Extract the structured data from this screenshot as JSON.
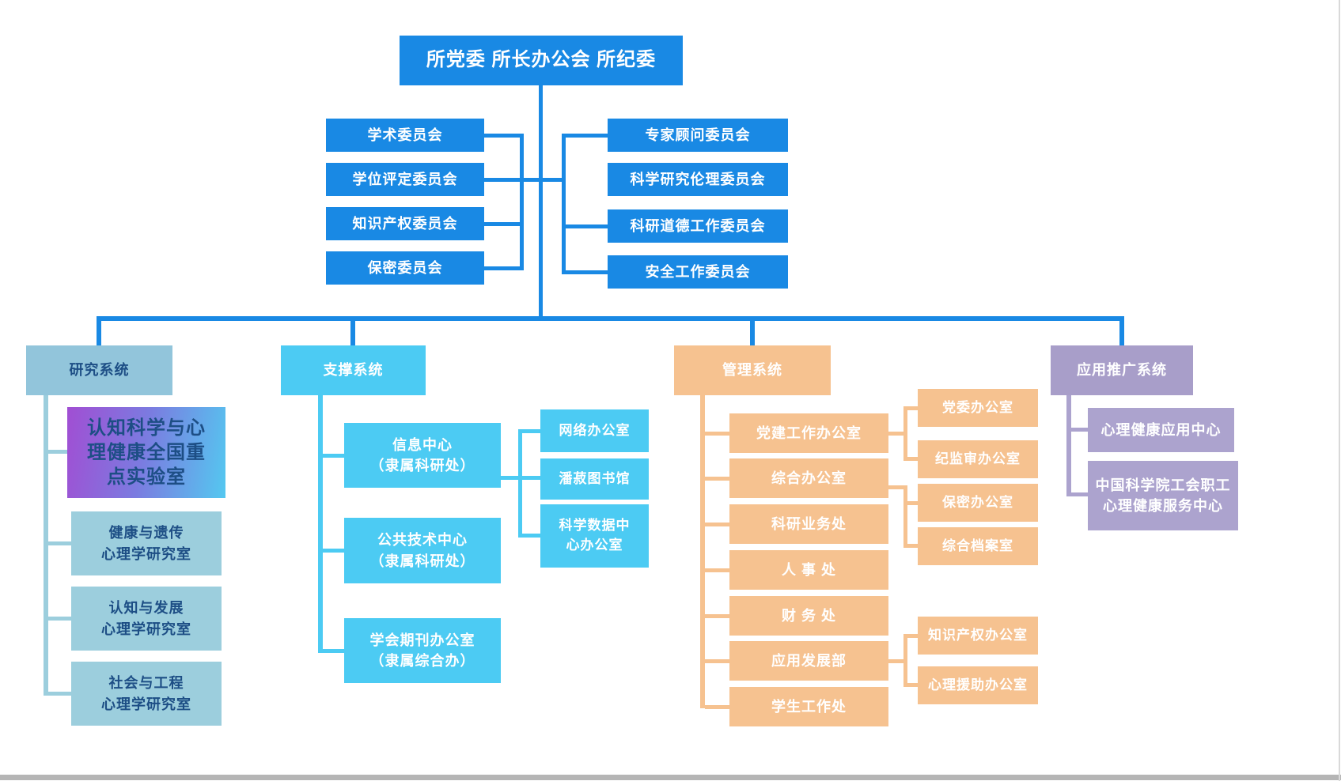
{
  "root": {
    "label": "所党委 所长办公会 所纪委"
  },
  "committees": {
    "left": [
      "学术委员会",
      "学位评定委员会",
      "知识产权委员会",
      "保密委员会"
    ],
    "right": [
      "专家顾问委员会",
      "科学研究伦理委员会",
      "科研道德工作委员会",
      "安全工作委员会"
    ]
  },
  "systems": {
    "research": {
      "label": "研究系统",
      "key_lab": "认知科学与心\n理健康全国重\n点实验室",
      "key_lab_full": "认知科学与心理健康全国重点实验室",
      "children": [
        "健康与遗传\n心理学研究室",
        "认知与发展\n心理学研究室",
        "社会与工程\n心理学研究室"
      ]
    },
    "support": {
      "label": "支撑系统",
      "children": [
        "信息中心\n（隶属科研处）",
        "公共技术中心\n（隶属科研处）",
        "学会期刊办公室\n（隶属综合办）"
      ],
      "info_center_subs": [
        "网络办公室",
        "潘菽图书馆",
        "科学数据中\n心办公室"
      ]
    },
    "management": {
      "label": "管理系统",
      "children": [
        "党建工作办公室",
        "综合办公室",
        "科研业务处",
        "人 事 处",
        "财 务 处",
        "应用发展部",
        "学生工作处"
      ],
      "party_office_subs": [
        "党委办公室",
        "纪监审办公室"
      ],
      "general_office_subs": [
        "保密办公室",
        "综合档案室"
      ],
      "app_dev_subs": [
        "知识产权办公室",
        "心理援助办公室"
      ]
    },
    "application": {
      "label": "应用推广系统",
      "children": [
        "心理健康应用中心",
        "中国科学院工会职工\n心理健康服务中心"
      ]
    }
  },
  "colors": {
    "committee_blue": "#1989E4",
    "research_header": "#92C5DB",
    "research_child": "#9CCEDD",
    "research_text": "#1D4E85",
    "support_cyan": "#4CCBF3",
    "management_peach": "#F6C290",
    "application_purple": "#A89EC9",
    "key_lab_gradient_start": "#A14ED3",
    "key_lab_gradient_end": "#54C8F0",
    "scrollbar_gray": "#b5b5b5"
  }
}
